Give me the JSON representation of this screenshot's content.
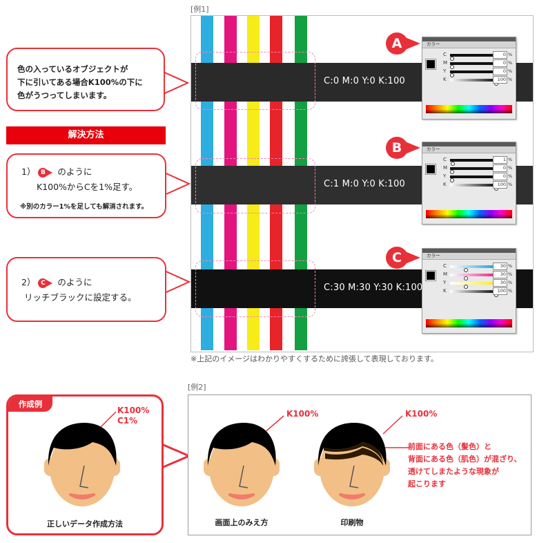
{
  "example1": {
    "label": "[例1]",
    "bands": [
      {
        "text": "C:0 M:0 Y:0 K:100",
        "color": "#2a2a2a"
      },
      {
        "text": "C:1 M:0 Y:0 K:100",
        "color": "#2f2f2f"
      },
      {
        "text": "C:30 M:30 Y:30 K:100",
        "color": "#111111"
      }
    ],
    "stripe_colors": [
      "#2eaee0",
      "#e4147f",
      "#f7eb1a",
      "#e8232a",
      "#13a042"
    ],
    "panels": [
      {
        "badge": "A",
        "title": "カラー",
        "channels": [
          {
            "name": "C",
            "value": "0"
          },
          {
            "name": "M",
            "value": "0"
          },
          {
            "name": "Y",
            "value": "0"
          },
          {
            "name": "K",
            "value": "100"
          }
        ]
      },
      {
        "badge": "B",
        "title": "カラー",
        "channels": [
          {
            "name": "C",
            "value": "1"
          },
          {
            "name": "M",
            "value": "0"
          },
          {
            "name": "Y",
            "value": "0"
          },
          {
            "name": "K",
            "value": "100"
          }
        ]
      },
      {
        "badge": "C",
        "title": "カラー",
        "channels": [
          {
            "name": "C",
            "value": "30"
          },
          {
            "name": "M",
            "value": "30"
          },
          {
            "name": "Y",
            "value": "30"
          },
          {
            "name": "K",
            "value": "100"
          }
        ]
      }
    ],
    "pct_sign": "%",
    "footnote": "※上記のイメージはわかりやすくするために誇張して表現しております。"
  },
  "problem_bubble": {
    "line1": "色の入っているオブジェクトが",
    "line2": "下に引いてある場合K100%の下に",
    "line3": "色がうつってしまいます。"
  },
  "solution_header": "解決方法",
  "solution1": {
    "num": "1）",
    "badge": "B",
    "line1": "のように",
    "line2": "K100%からCを1%足す。",
    "note": "※別のカラー1%を足しても解消されます。"
  },
  "solution2": {
    "num": "2）",
    "badge": "C",
    "line1": "のように",
    "line2": "リッチブラックに設定する。"
  },
  "example2": {
    "label": "[例2]",
    "good_tag": "作成例",
    "good_note1": "K100%",
    "good_note2": "C1%",
    "good_caption": "正しいデータ作成方法",
    "screen_note": "K100%",
    "screen_caption": "画面上のみえ方",
    "print_note": "K100%",
    "print_caption": "印刷物",
    "explain1": "前面にある色（髪色）と",
    "explain2": "背面にある色（肌色）が混ざり、",
    "explain3": "透けてしまたような現象が",
    "explain4": "起こります"
  }
}
